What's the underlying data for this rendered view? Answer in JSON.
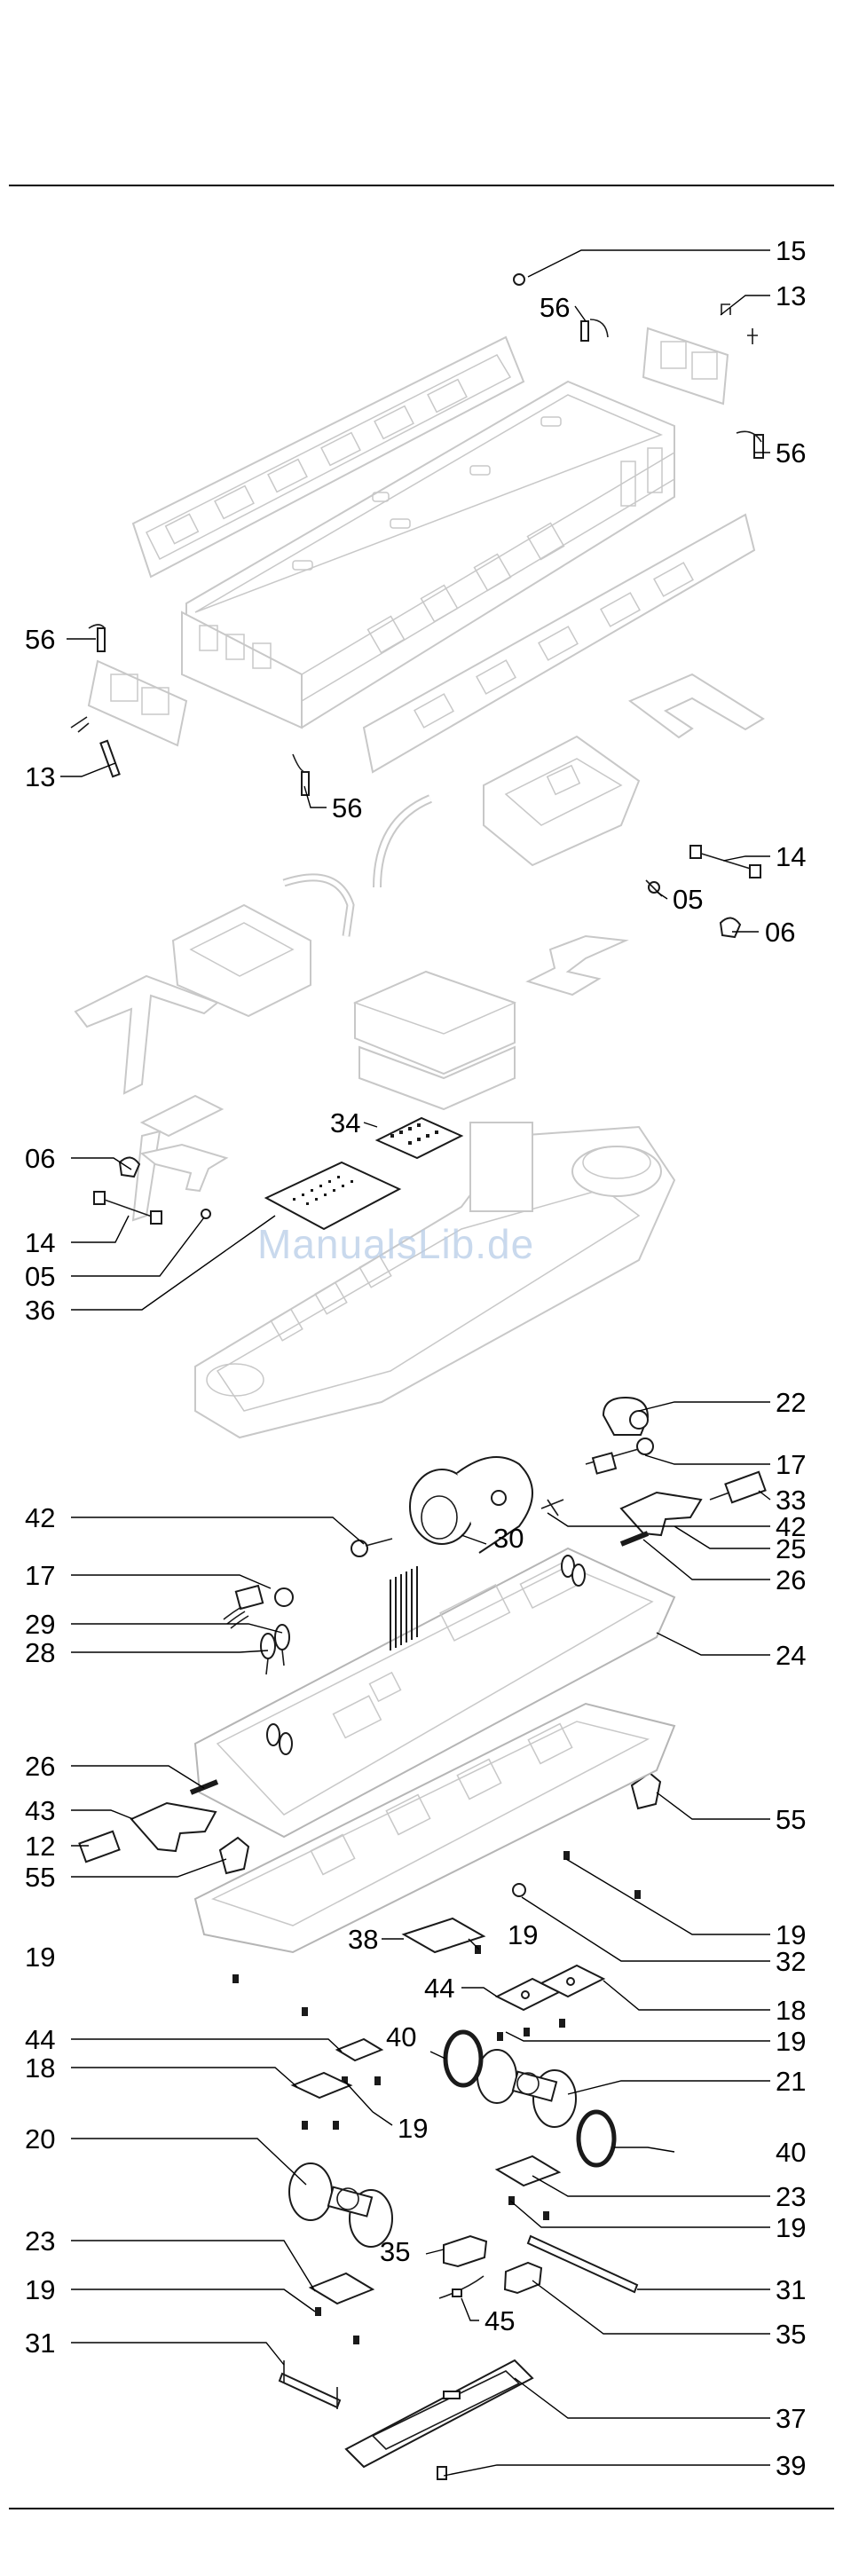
{
  "watermark": "ManualsLib.de",
  "callouts": [
    {
      "id": "c15a",
      "text": "15"
    },
    {
      "id": "c13a",
      "text": "13"
    },
    {
      "id": "c56a",
      "text": "56"
    },
    {
      "id": "c56b",
      "text": "56"
    },
    {
      "id": "c56c",
      "text": "56"
    },
    {
      "id": "c13b",
      "text": "13"
    },
    {
      "id": "c56d",
      "text": "56"
    },
    {
      "id": "c14a",
      "text": "14"
    },
    {
      "id": "c05a",
      "text": "05"
    },
    {
      "id": "c06a",
      "text": "06"
    },
    {
      "id": "c34",
      "text": "34"
    },
    {
      "id": "c06b",
      "text": "06"
    },
    {
      "id": "c14b",
      "text": "14"
    },
    {
      "id": "c05b",
      "text": "05"
    },
    {
      "id": "c36",
      "text": "36"
    },
    {
      "id": "c22",
      "text": "22"
    },
    {
      "id": "c17a",
      "text": "17"
    },
    {
      "id": "c42a",
      "text": "42"
    },
    {
      "id": "c42b",
      "text": "42"
    },
    {
      "id": "c30",
      "text": "30"
    },
    {
      "id": "c33",
      "text": "33"
    },
    {
      "id": "c25",
      "text": "25"
    },
    {
      "id": "c17b",
      "text": "17"
    },
    {
      "id": "c26a",
      "text": "26"
    },
    {
      "id": "c29",
      "text": "29"
    },
    {
      "id": "c28",
      "text": "28"
    },
    {
      "id": "c24",
      "text": "24"
    },
    {
      "id": "c26b",
      "text": "26"
    },
    {
      "id": "c43",
      "text": "43"
    },
    {
      "id": "c12",
      "text": "12"
    },
    {
      "id": "c55a",
      "text": "55"
    },
    {
      "id": "c55b",
      "text": "55"
    },
    {
      "id": "c19a",
      "text": "19"
    },
    {
      "id": "c38",
      "text": "38"
    },
    {
      "id": "c19b",
      "text": "19"
    },
    {
      "id": "c32",
      "text": "32"
    },
    {
      "id": "c19c",
      "text": "19"
    },
    {
      "id": "c18a",
      "text": "18"
    },
    {
      "id": "c44a",
      "text": "44"
    },
    {
      "id": "c44b",
      "text": "44"
    },
    {
      "id": "c19d",
      "text": "19"
    },
    {
      "id": "c40a",
      "text": "40"
    },
    {
      "id": "c18b",
      "text": "18"
    },
    {
      "id": "c21",
      "text": "21"
    },
    {
      "id": "c19e",
      "text": "19"
    },
    {
      "id": "c20",
      "text": "20"
    },
    {
      "id": "c40b",
      "text": "40"
    },
    {
      "id": "c23a",
      "text": "23"
    },
    {
      "id": "c19f",
      "text": "19"
    },
    {
      "id": "c23b",
      "text": "23"
    },
    {
      "id": "c35a",
      "text": "35"
    },
    {
      "id": "c19g",
      "text": "19"
    },
    {
      "id": "c31a",
      "text": "31"
    },
    {
      "id": "c45",
      "text": "45"
    },
    {
      "id": "c35b",
      "text": "35"
    },
    {
      "id": "c31b",
      "text": "31"
    },
    {
      "id": "c37",
      "text": "37"
    },
    {
      "id": "c39",
      "text": "39"
    }
  ]
}
